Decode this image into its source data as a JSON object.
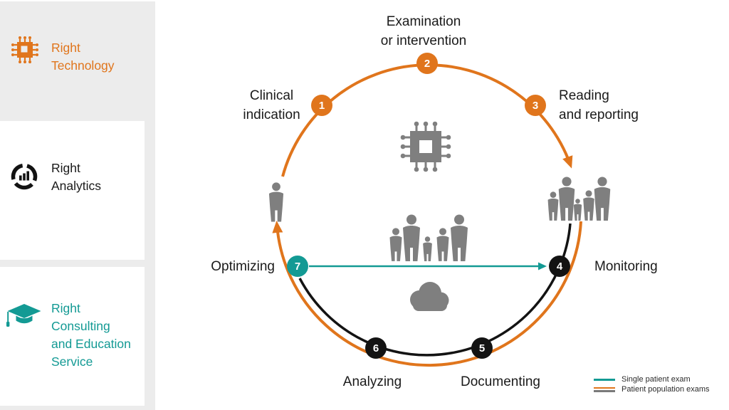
{
  "colors": {
    "orange": "#e0751c",
    "teal": "#139a94",
    "black": "#131313",
    "gray_icon": "#7f7f7f",
    "sidebar_bg": "#ececec",
    "text_dark": "#1a1a1a",
    "legend_gray": "#7a7a7a"
  },
  "sidebar": {
    "cards": [
      {
        "icon": "chip-icon",
        "lines": [
          "Right",
          "Technology"
        ]
      },
      {
        "icon": "analytics-donut-icon",
        "lines": [
          "Right",
          "Analytics"
        ]
      },
      {
        "icon": "graduation-cap-icon",
        "lines": [
          "Right",
          "Consulting",
          "and Education",
          "Service"
        ]
      }
    ]
  },
  "diagram": {
    "steps": [
      {
        "num": "1",
        "lines": [
          "Clinical",
          "indication"
        ],
        "badge_color": "#e0751c"
      },
      {
        "num": "2",
        "lines": [
          "Examination",
          "or intervention"
        ],
        "badge_color": "#e0751c"
      },
      {
        "num": "3",
        "lines": [
          "Reading",
          "and reporting"
        ],
        "badge_color": "#e0751c"
      },
      {
        "num": "4",
        "lines": [
          "Monitoring"
        ],
        "badge_color": "#131313"
      },
      {
        "num": "5",
        "lines": [
          "Documenting"
        ],
        "badge_color": "#131313"
      },
      {
        "num": "6",
        "lines": [
          "Analyzing"
        ],
        "badge_color": "#131313"
      },
      {
        "num": "7",
        "lines": [
          "Optimizing"
        ],
        "badge_color": "#139a94"
      }
    ],
    "icons": {
      "center": "processor-chip-icon",
      "left": "single-patient-icon",
      "right": "patient-group-icon",
      "middle": "population-group-icon",
      "bottom": "cloud-icon"
    }
  },
  "legend": {
    "items": [
      {
        "label": "Single patient exam",
        "swatch": "single-teal-line"
      },
      {
        "label": "Patient population exams",
        "swatch": "orange-and-gray-double-line"
      }
    ]
  }
}
